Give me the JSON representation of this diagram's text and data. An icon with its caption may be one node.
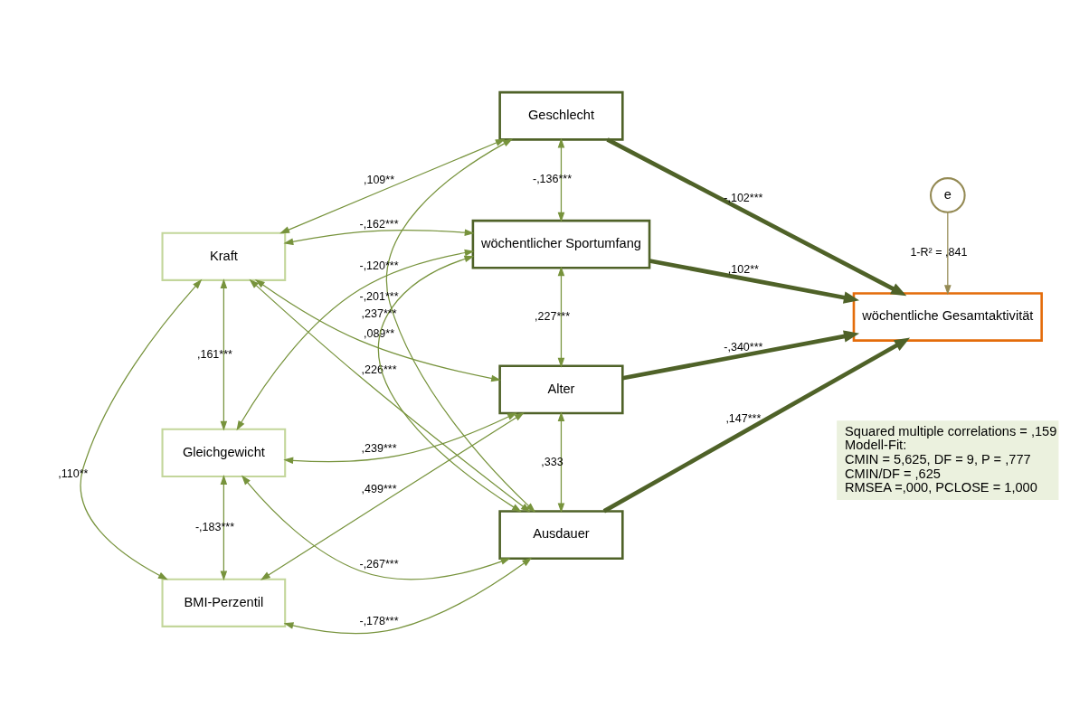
{
  "diagram": {
    "nodes": [
      {
        "text": [
          "BMI-Perzentil"
        ]
      },
      {
        "text": [
          "Alter"
        ]
      },
      {
        "text": [
          "Geschlecht"
        ]
      },
      {
        "text": [
          "Kraft"
        ]
      },
      {
        "text": [
          "wöchentlicher Sportumfang"
        ]
      },
      {
        "text": [
          "Gleichgewicht"
        ]
      },
      {
        "text": [
          "Ausdauer"
        ]
      },
      {
        "text": [
          "e"
        ]
      },
      {
        "text": [
          "wöchentliche Gesamtaktivität"
        ]
      }
    ],
    "edges": [
      {
        "from": 5,
        "to": 1,
        "arrow": "both",
        "label": ",239***"
      },
      {
        "from": 0,
        "to": 1,
        "arrow": "both",
        "label": ",499***"
      },
      {
        "from": 3,
        "to": 1,
        "arrow": "both",
        "label": ",089**"
      },
      {
        "from": 5,
        "to": 0,
        "arrow": "both",
        "label": "-,183***"
      },
      {
        "from": 3,
        "to": 0,
        "arrow": "both",
        "label": ",110**"
      },
      {
        "from": 3,
        "to": 2,
        "arrow": "both",
        "label": ",109**"
      },
      {
        "from": 0,
        "to": 6,
        "arrow": "both",
        "label": "-,178***"
      },
      {
        "from": 1,
        "to": 6,
        "arrow": "both",
        "label": ",333"
      },
      {
        "from": 1,
        "to": 4,
        "arrow": "both",
        "label": ",227***"
      },
      {
        "from": 2,
        "to": 4,
        "arrow": "both",
        "label": "-,136***"
      },
      {
        "from": 2,
        "to": 6,
        "arrow": "both",
        "label": "-,201***"
      },
      {
        "from": 3,
        "to": 5,
        "arrow": "both",
        "label": ",161***"
      },
      {
        "from": 3,
        "to": 4,
        "arrow": "both",
        "label": "-,162***"
      },
      {
        "from": 4,
        "to": 6,
        "arrow": "both",
        "label": ",237***"
      },
      {
        "from": 5,
        "to": 4,
        "arrow": "both",
        "label": "-,120***"
      },
      {
        "from": 3,
        "to": 6,
        "arrow": "both",
        "label": ",226***"
      },
      {
        "from": 5,
        "to": 6,
        "arrow": "both",
        "label": "-,267***"
      },
      {
        "from": 1,
        "to": 8,
        "arrow": "to",
        "label": "-,340***",
        "style": "thick",
        "color": "#4f6228"
      },
      {
        "from": 2,
        "to": 8,
        "arrow": "to",
        "label": "-,102***",
        "style": "thick",
        "color": "#4f6228"
      },
      {
        "from": 4,
        "to": 8,
        "arrow": "to",
        "label": ",102**",
        "style": "thick",
        "color": "#4f6228"
      },
      {
        "from": 6,
        "to": 8,
        "arrow": "to",
        "label": ",147***",
        "style": "thick",
        "color": "#4f6228"
      },
      {
        "from": 7,
        "to": 8,
        "arrow": "to",
        "label": "1-R² = ,841",
        "color": "#948a54"
      }
    ],
    "labels": [
      "Squared multiple correlations = ,159",
      "Modell-Fit:",
      "CMIN = 5,625, DF = 9, P = ,777",
      "CMIN/DF = ,625",
      "RMSEA =,000, PCLOSE = 1,000"
    ]
  }
}
